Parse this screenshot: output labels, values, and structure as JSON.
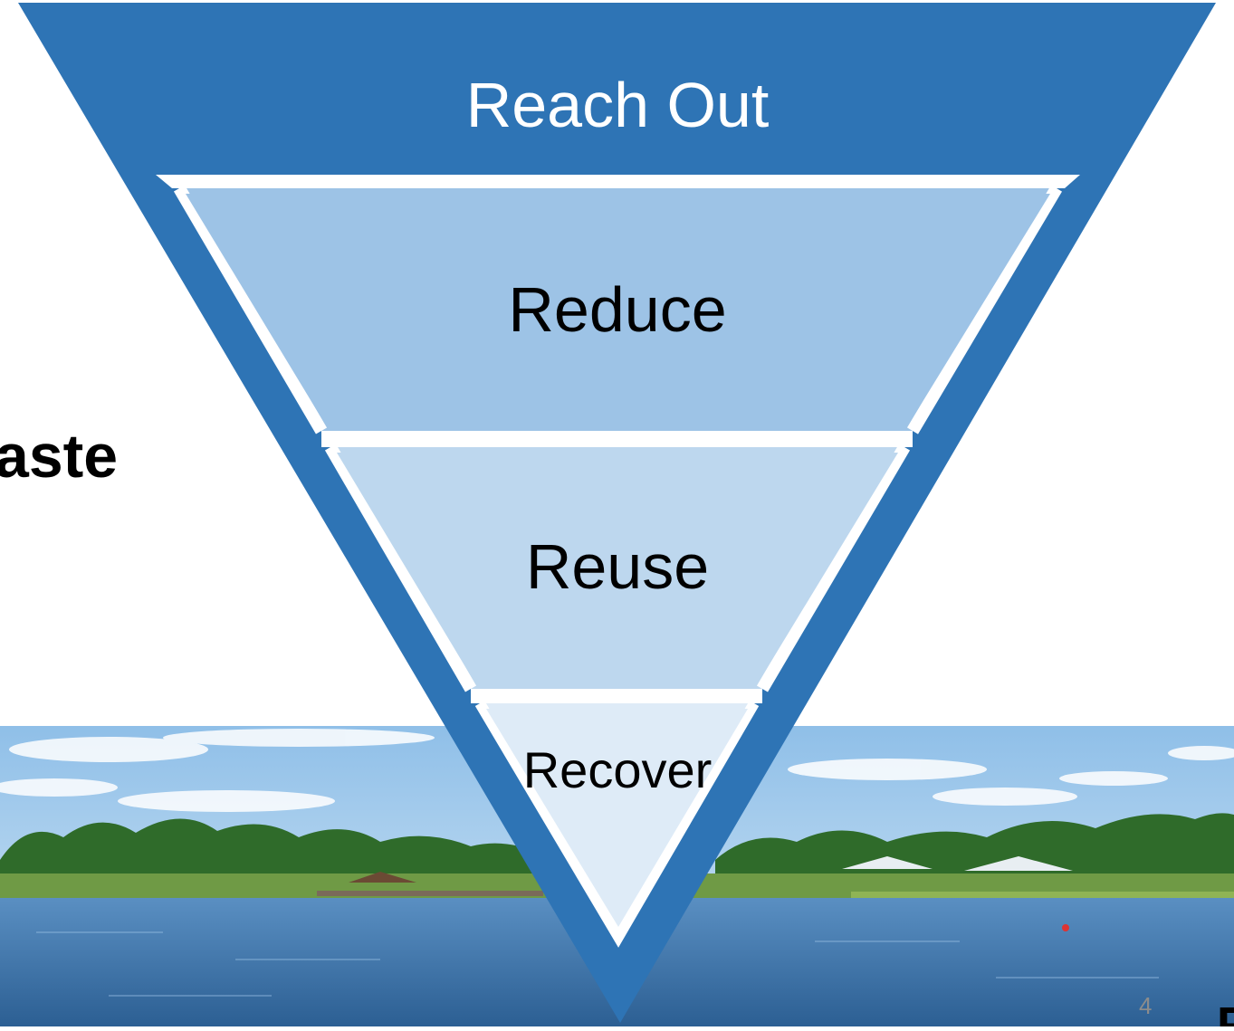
{
  "slide": {
    "left_text_fragment": "aste",
    "page_number": "4",
    "corner_fragment": "F"
  },
  "funnel": {
    "levels": [
      {
        "label": "Reach Out",
        "color": "#2e74b5",
        "text_color": "#ffffff"
      },
      {
        "label": "Reduce",
        "color": "#9dc3e6",
        "text_color": "#000000"
      },
      {
        "label": "Reuse",
        "color": "#bdd7ee",
        "text_color": "#000000"
      },
      {
        "label": "Recover",
        "color": "#deebf7",
        "text_color": "#000000"
      }
    ],
    "frame_color": "#2e74b5"
  },
  "photo": {
    "sky_color": "#a9cdef",
    "tree_color": "#2f6b2a",
    "water_color": "#3f73a8"
  }
}
